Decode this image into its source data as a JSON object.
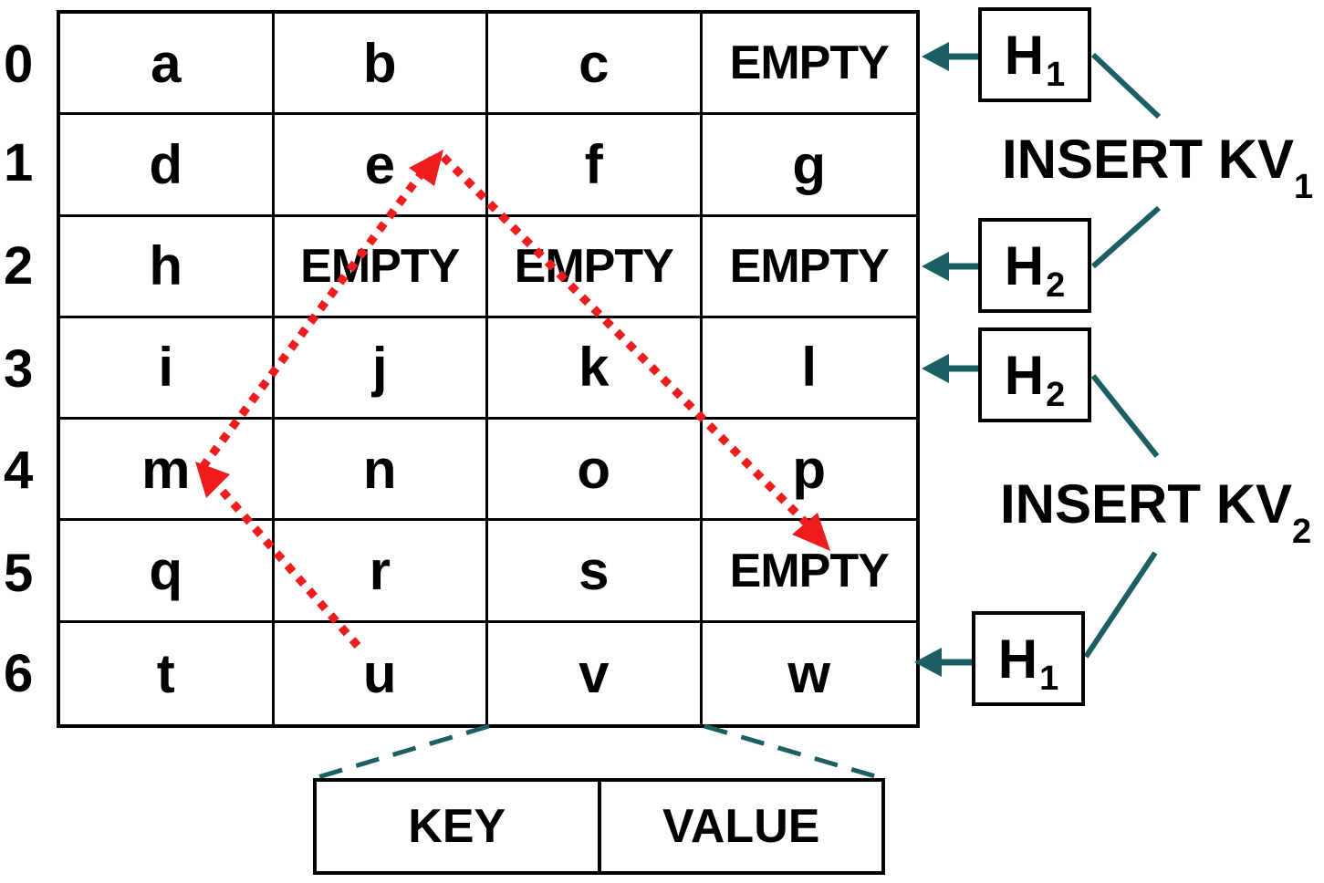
{
  "row_labels": [
    "0",
    "1",
    "2",
    "3",
    "4",
    "5",
    "6"
  ],
  "cells": [
    [
      "a",
      "b",
      "c",
      "EMPTY"
    ],
    [
      "d",
      "e",
      "f",
      "g"
    ],
    [
      "h",
      "EMPTY",
      "EMPTY",
      "EMPTY"
    ],
    [
      "i",
      "j",
      "k",
      "l"
    ],
    [
      "m",
      "n",
      "o",
      "p"
    ],
    [
      "q",
      "r",
      "s",
      "EMPTY"
    ],
    [
      "t",
      "u",
      "v",
      "w"
    ]
  ],
  "hash_boxes": [
    {
      "main": "H",
      "sub": "1",
      "row": 0
    },
    {
      "main": "H",
      "sub": "2",
      "row": 2
    },
    {
      "main": "H",
      "sub": "2",
      "row": 3
    },
    {
      "main": "H",
      "sub": "1",
      "row": 6
    }
  ],
  "insert_labels": [
    {
      "main": "INSERT KV",
      "sub": "1"
    },
    {
      "main": "INSERT KV",
      "sub": "2"
    }
  ],
  "kv_entry": {
    "key": "KEY",
    "value": "VALUE"
  },
  "colors": {
    "connector": "#1b5e63",
    "path": "#ee1c1c",
    "grid": "#000000"
  }
}
